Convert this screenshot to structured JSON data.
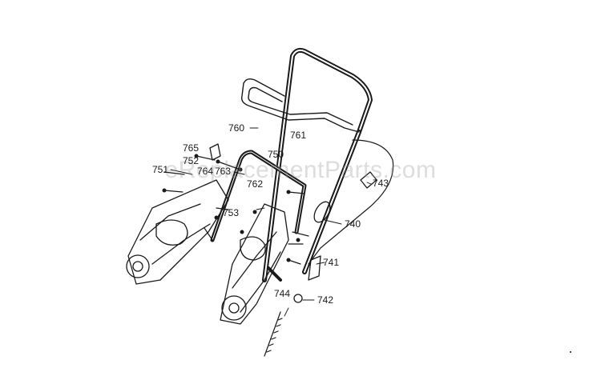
{
  "watermark": "eReplacementParts.com",
  "part_labels": [
    "760",
    "761",
    "765",
    "752",
    "751",
    "764",
    "763",
    "750",
    "762",
    "753",
    "743",
    "740",
    "741",
    "744",
    "742"
  ],
  "colors": {
    "line": "#1a1a1a",
    "watermark": "#9a9a9a",
    "background": "#ffffff"
  }
}
